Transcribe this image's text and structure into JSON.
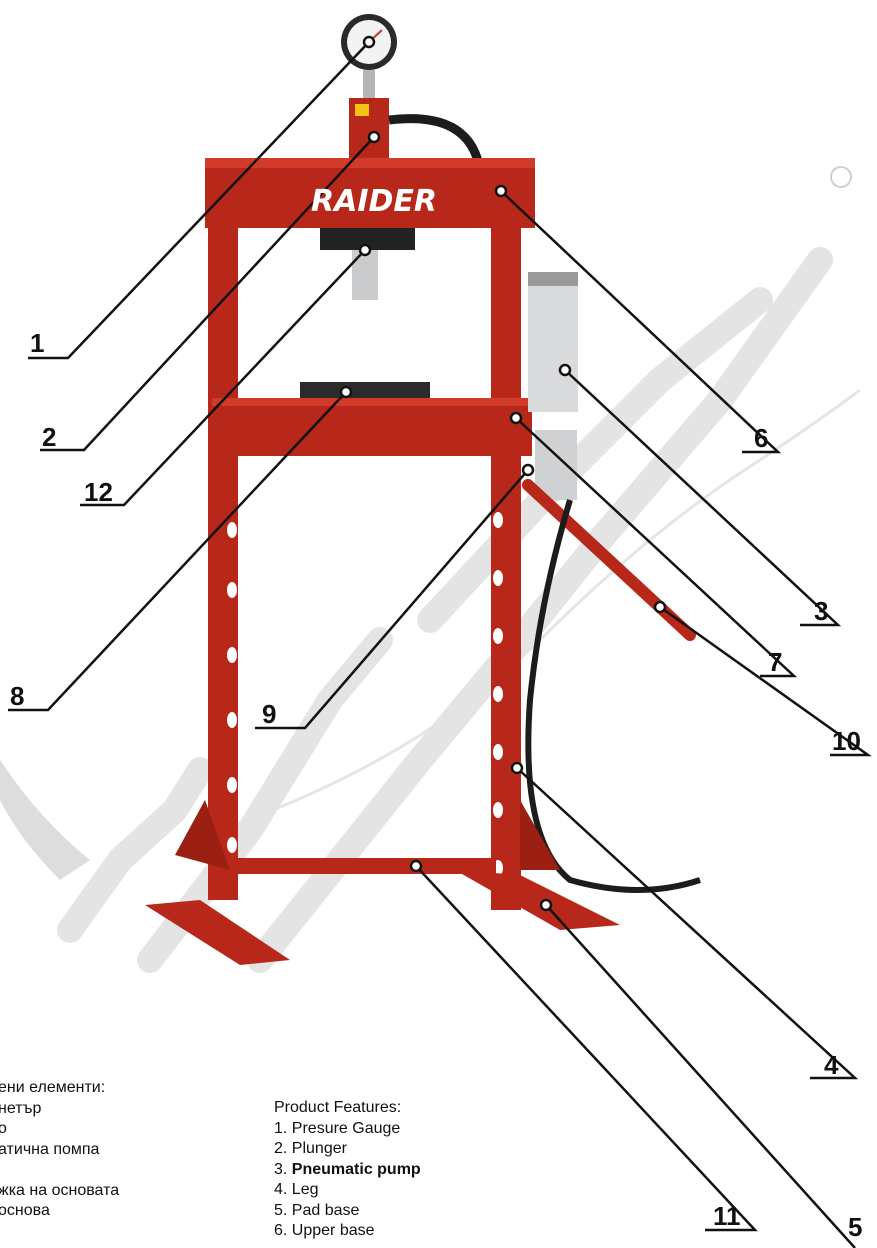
{
  "brand": "RAIDER",
  "callout_numbers": {
    "n1": "1",
    "n2": "2",
    "n3": "3",
    "n4": "4",
    "n5": "5",
    "n6": "6",
    "n7": "7",
    "n8": "8",
    "n9": "9",
    "n10": "10",
    "n11": "11",
    "n12": "12"
  },
  "features_bg": {
    "heading": "ени елементи:",
    "items": [
      "нетър",
      "о",
      "атична помпа",
      "",
      "жка на основата",
      "основа"
    ]
  },
  "features_en": {
    "heading": "Product Features:",
    "items": [
      "1. Presure Gauge",
      "2. Plunger",
      "3. ",
      "4. Leg",
      "5. Pad base",
      "6. Upper base"
    ],
    "bold_item": "Pneumatic pump"
  },
  "colors": {
    "frame": "#b8281a",
    "frame_dark": "#7d160c",
    "silver": "#c9cbcd",
    "watermark": "#d9d9d9",
    "callout": "#111111"
  }
}
